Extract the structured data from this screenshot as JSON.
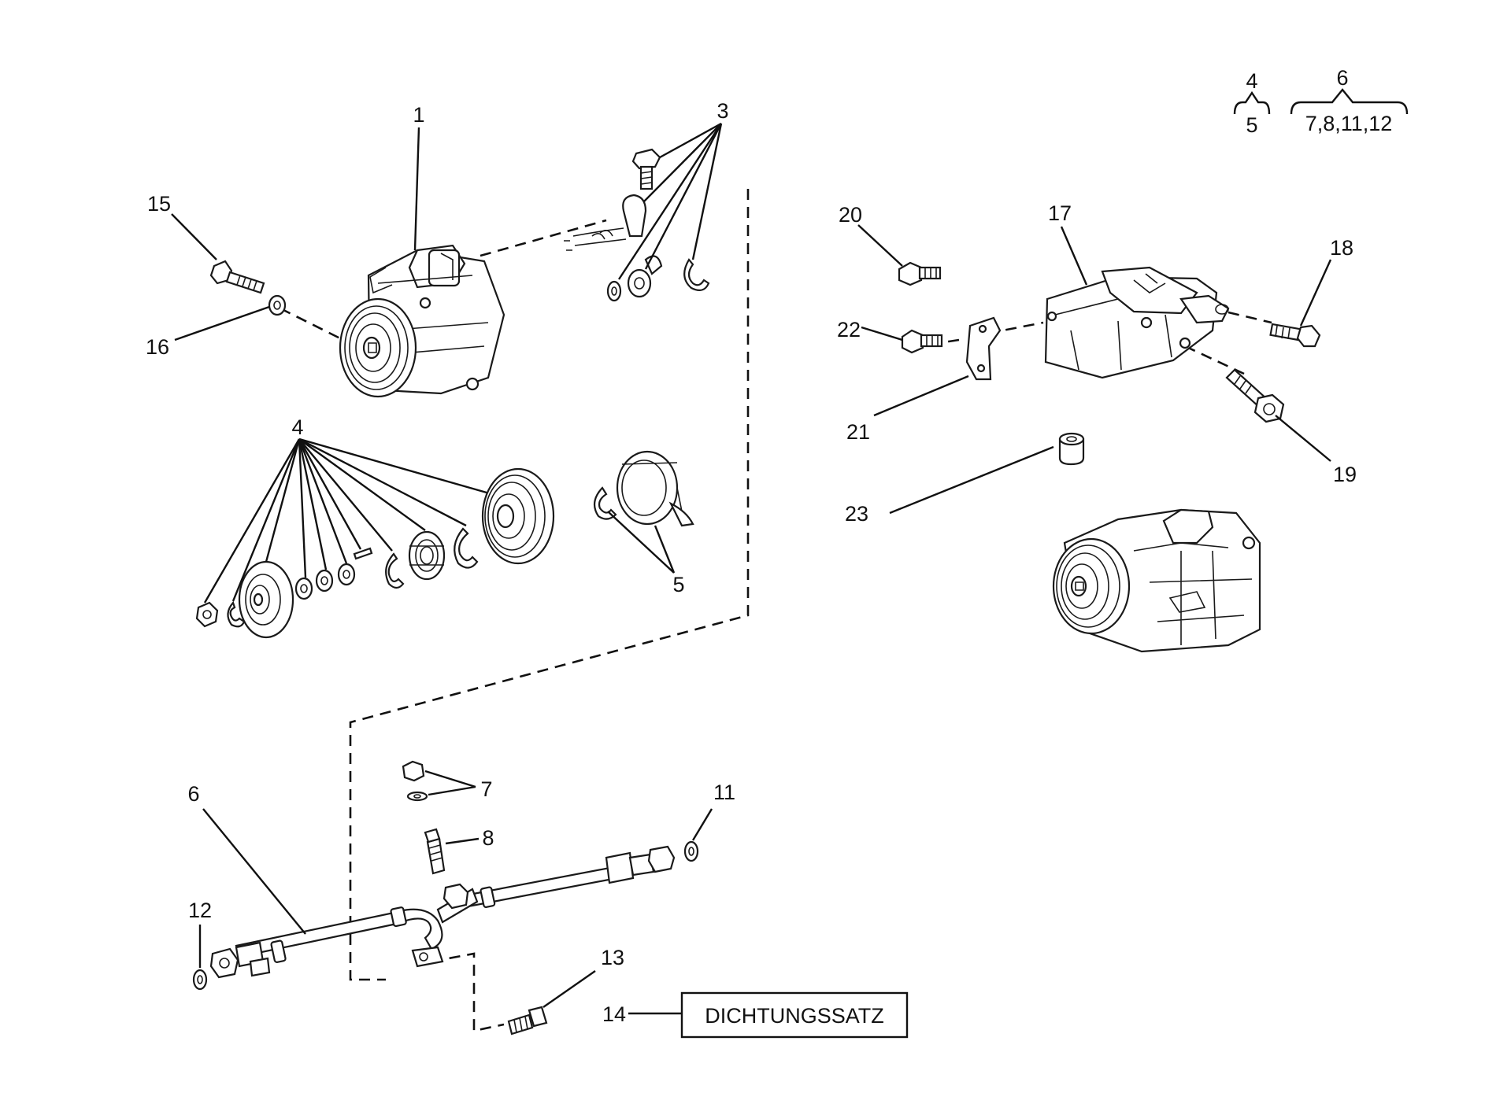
{
  "diagram": {
    "labels": {
      "n1": "1",
      "n3": "3",
      "n4": "4",
      "n5": "5",
      "n6": "6",
      "n7": "7",
      "n8": "8",
      "n11": "11",
      "n12": "12",
      "n13": "13",
      "n14": "14",
      "n15": "15",
      "n16": "16",
      "n17": "17",
      "n18": "18",
      "n19": "19",
      "n20": "20",
      "n21": "21",
      "n22": "22",
      "n23": "23"
    },
    "legend": {
      "group_a_top": "4",
      "group_a_bottom": "5",
      "group_b_top": "6",
      "group_b_bottom": "7,8,11,12"
    },
    "kit_label": "DICHTUNGSSATZ"
  }
}
